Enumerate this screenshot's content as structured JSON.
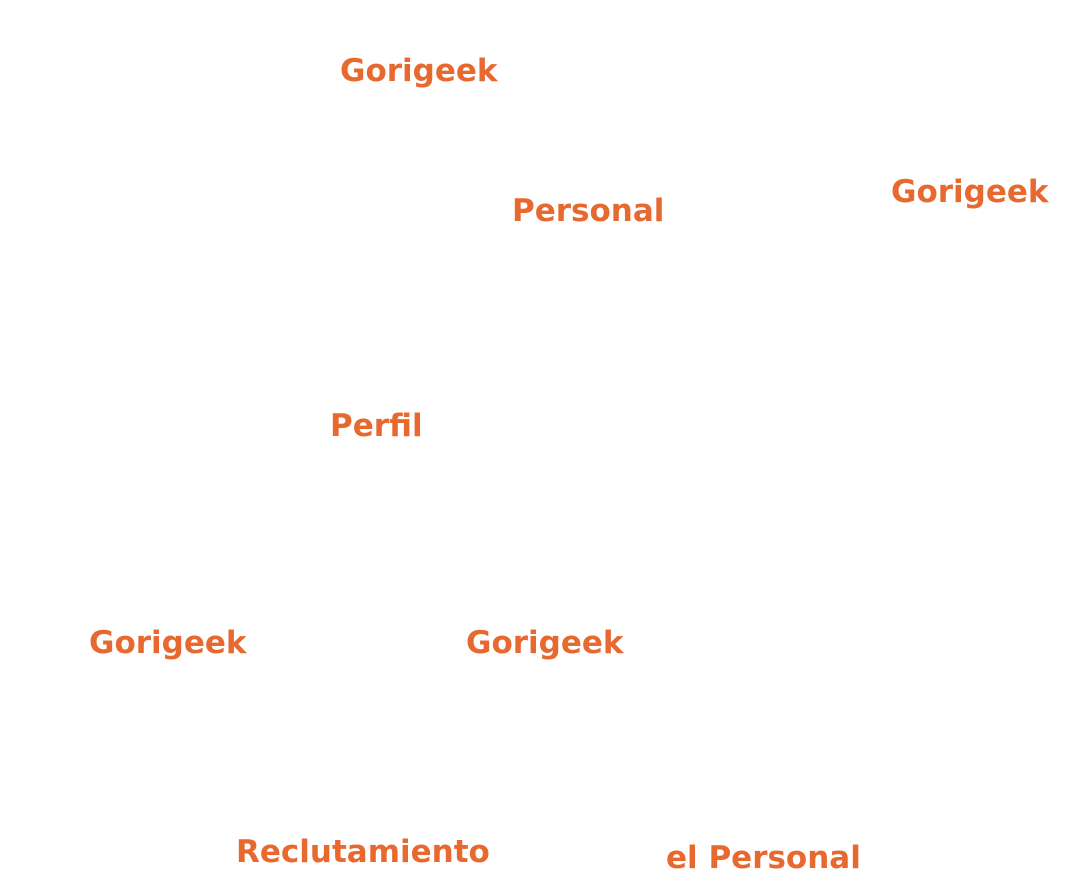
{
  "accent_color": "#E8692F",
  "words": [
    {
      "text": "Gorigeek"
    },
    {
      "text": "Personal"
    },
    {
      "text": "Gorigeek"
    },
    {
      "text": "Perfil"
    },
    {
      "text": "Gorigeek"
    },
    {
      "text": "Gorigeek"
    },
    {
      "text": "Reclutamiento"
    },
    {
      "text": "el Personal"
    }
  ]
}
